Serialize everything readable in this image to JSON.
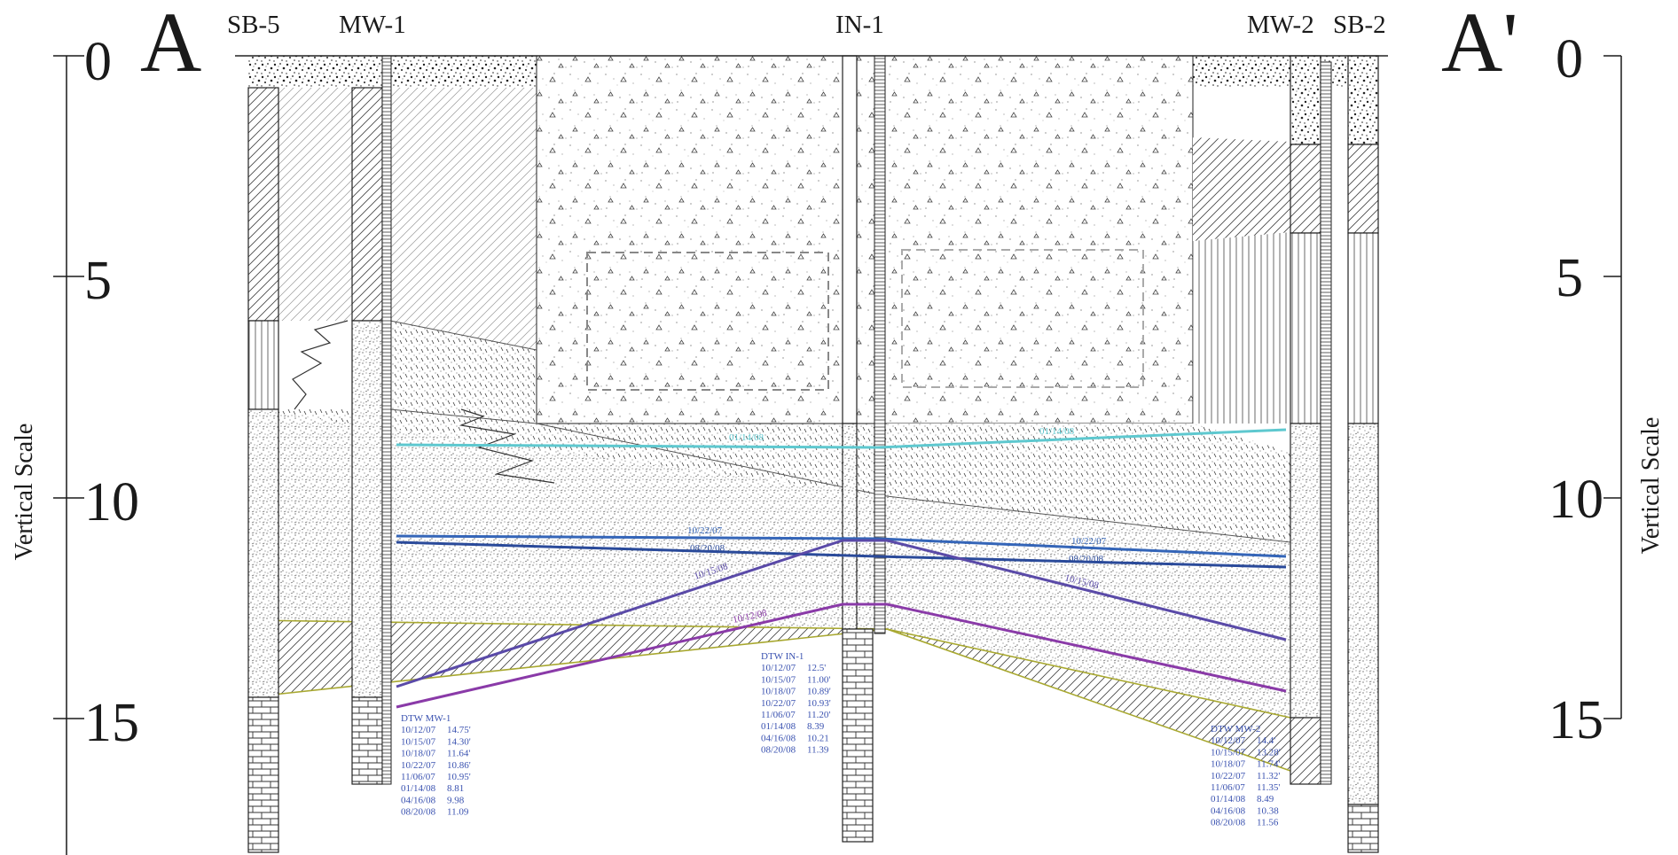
{
  "section": {
    "left_end": "A",
    "right_end": "A'"
  },
  "wells": [
    {
      "id": "SB-5",
      "label": "SB-5"
    },
    {
      "id": "MW-1",
      "label": "MW-1"
    },
    {
      "id": "IN-1",
      "label": "IN-1"
    },
    {
      "id": "MW-2",
      "label": "MW-2"
    },
    {
      "id": "SB-2",
      "label": "SB-2"
    }
  ],
  "vertical_scale": {
    "title": "Vertical Scale",
    "ticks": [
      "0",
      "5",
      "10",
      "15"
    ]
  },
  "water_levels": [
    {
      "id": "wl-011408",
      "date": "01/14/08",
      "color": "#5ec8cf",
      "labels": [
        "01/14/08",
        "01/14/08"
      ]
    },
    {
      "id": "wl-102207",
      "date": "10/22/07",
      "color": "#3465b8",
      "labels": [
        "10/22/07",
        "10/22/07"
      ]
    },
    {
      "id": "wl-082008",
      "date": "08/20/08",
      "color": "#2a4a9a",
      "labels": [
        "08/20/08",
        "08/20/08"
      ]
    },
    {
      "id": "wl-101507",
      "date": "10/15/08",
      "color": "#5a4aa8",
      "labels": [
        "10/15/08",
        "10/15/08"
      ]
    },
    {
      "id": "wl-101207",
      "date": "10/12/08",
      "color": "#8a3aa8",
      "labels": [
        "10/12/08"
      ]
    }
  ],
  "dtw_tables": [
    {
      "id": "dtw-mw-1",
      "title": "DTW MW-1",
      "rows": [
        [
          "10/12/07",
          "14.75'"
        ],
        [
          "10/15/07",
          "14.30'"
        ],
        [
          "10/18/07",
          "11.64'"
        ],
        [
          "10/22/07",
          "10.86'"
        ],
        [
          "11/06/07",
          "10.95'"
        ],
        [
          "01/14/08",
          "8.81"
        ],
        [
          "04/16/08",
          "9.98"
        ],
        [
          "08/20/08",
          "11.09"
        ]
      ]
    },
    {
      "id": "dtw-in-1",
      "title": "DTW  IN-1",
      "rows": [
        [
          "10/12/07",
          "12.5'"
        ],
        [
          "10/15/07",
          "11.00'"
        ],
        [
          "10/18/07",
          "10.89'"
        ],
        [
          "10/22/07",
          "10.93'"
        ],
        [
          "11/06/07",
          "11.20'"
        ],
        [
          "01/14/08",
          "8.39"
        ],
        [
          "04/16/08",
          "10.21"
        ],
        [
          "08/20/08",
          "11.39"
        ]
      ]
    },
    {
      "id": "dtw-mw-2",
      "title": "DTW MW-2",
      "rows": [
        [
          "10/12/07",
          "14.4'"
        ],
        [
          "10/15/07",
          "13.28'"
        ],
        [
          "10/18/07",
          "11.74'"
        ],
        [
          "10/22/07",
          "11.32'"
        ],
        [
          "11/06/07",
          "11.35'"
        ],
        [
          "01/14/08",
          "8.49"
        ],
        [
          "04/16/08",
          "10.38"
        ],
        [
          "08/20/08",
          "11.56"
        ]
      ]
    }
  ],
  "colors": {
    "text": "#1a1a1a",
    "dtw_text": "#3a52b0",
    "contact_line": "#a8a830"
  }
}
